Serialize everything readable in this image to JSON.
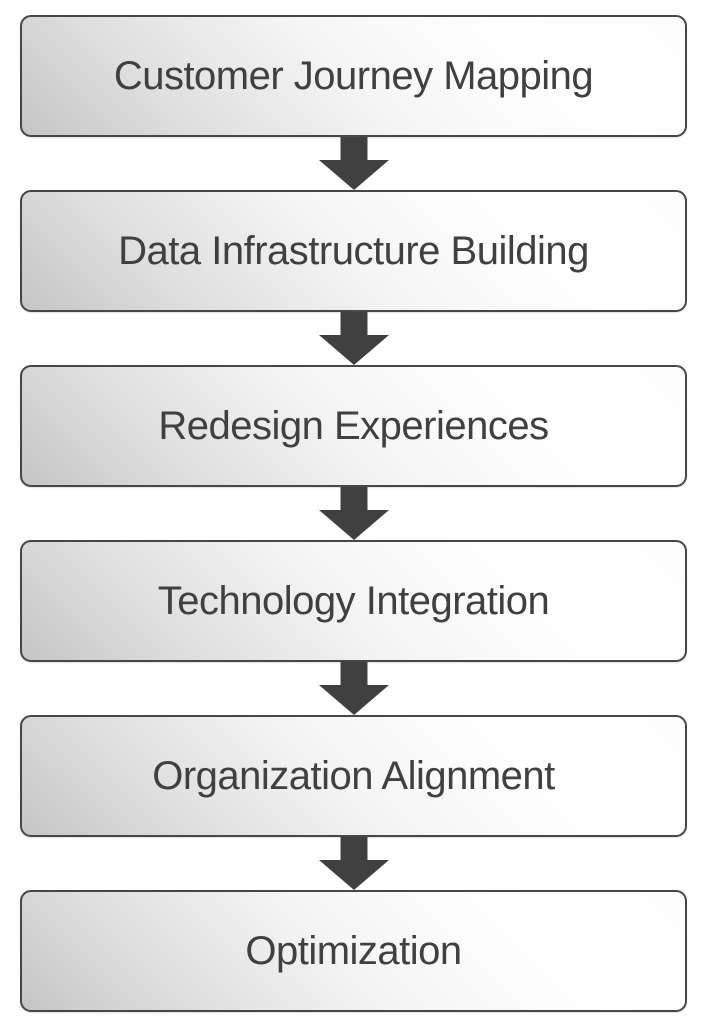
{
  "diagram": {
    "type": "flowchart",
    "direction": "top-down",
    "steps": [
      {
        "label": "Customer Journey Mapping"
      },
      {
        "label": "Data Infrastructure Building"
      },
      {
        "label": "Redesign Experiences"
      },
      {
        "label": "Technology Integration"
      },
      {
        "label": "Organization Alignment"
      },
      {
        "label": "Optimization"
      }
    ],
    "connector": {
      "icon": "down-block-arrow",
      "count": 5
    },
    "colors": {
      "background": "#ffffff",
      "box_border": "#474747",
      "box_gradient_dark": "#c5c5c5",
      "box_gradient_light": "#ffffff",
      "text": "#404040",
      "arrow": "#404040"
    }
  }
}
